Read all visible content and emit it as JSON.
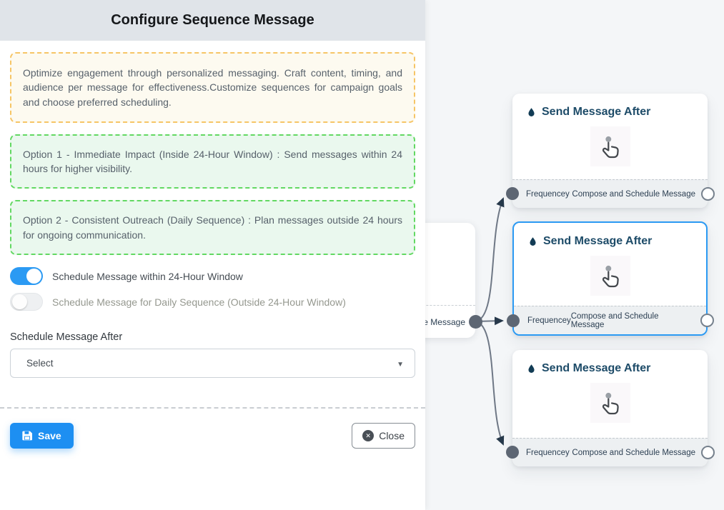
{
  "panel": {
    "title": "Configure Sequence Message",
    "intro": "Optimize engagement through personalized messaging. Craft content, timing, and audience per message for effectiveness.Customize sequences for campaign goals and choose preferred scheduling.",
    "option1": "Option 1 - Immediate Impact (Inside 24-Hour Window) : Send messages within 24 hours for higher visibility.",
    "option2": "Option 2 - Consistent Outreach (Daily Sequence) : Plan messages outside 24 hours for ongoing communication.",
    "toggles": [
      {
        "label": "Schedule Message within 24-Hour Window",
        "state": "on"
      },
      {
        "label": "Schedule Message for Daily Sequence (Outside 24-Hour Window)",
        "state": "off"
      }
    ],
    "schedule_after_label": "Schedule Message After",
    "schedule_after_value": "Select",
    "save_label": "Save",
    "close_label": "Close"
  },
  "canvas": {
    "partial_node": {
      "footer_label": "ce Message"
    },
    "nodes": [
      {
        "title": "Send Message After",
        "footer_left": "Frequencey",
        "footer_right": "Compose and Schedule Message",
        "selected": false
      },
      {
        "title": "Send Message After",
        "footer_left": "Frequencey",
        "footer_right": "Compose and Schedule Message",
        "selected": true
      },
      {
        "title": "Send Message After",
        "footer_left": "Frequencey",
        "footer_right": "Compose and Schedule Message",
        "selected": false
      }
    ]
  },
  "colors": {
    "accent_blue": "#2b9af3",
    "save_button": "#1d8ff2",
    "selected_node_border": "#2b9af3",
    "toggle_on": "#2b9af3",
    "info_box_border": "#f6c566",
    "option_box_border": "#62d862",
    "edge": "#6f7886",
    "node_title": "#1d4b68",
    "header_bg": "#e0e4e9",
    "canvas_bg": "#f4f6f8"
  }
}
